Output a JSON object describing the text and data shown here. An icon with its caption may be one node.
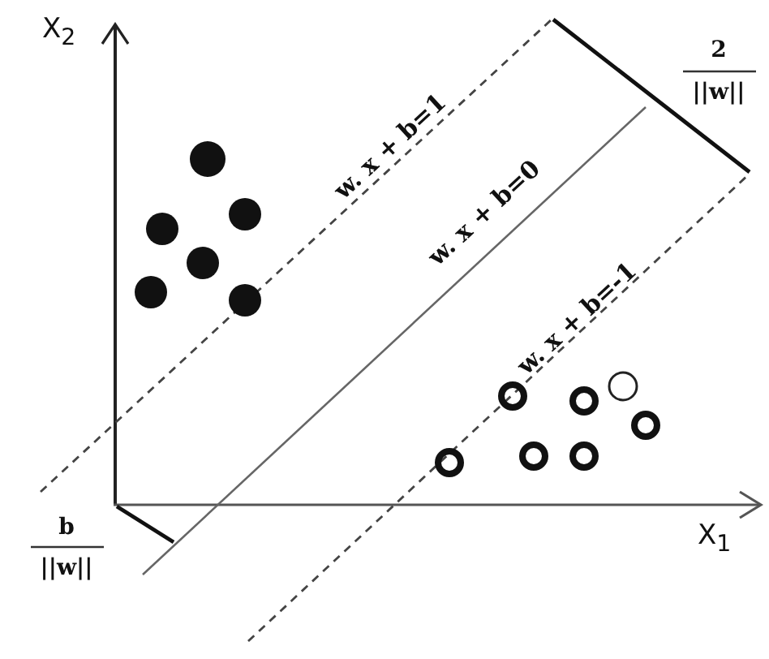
{
  "diagram": {
    "labels": [
      "X$_{2}$",
      "w. x + b=1",
      "w. x + b=0",
      "2",
      "||w||",
      "w. x + b=-1",
      "b",
      "||w||",
      "X$_{1}$"
    ]
  }
}
